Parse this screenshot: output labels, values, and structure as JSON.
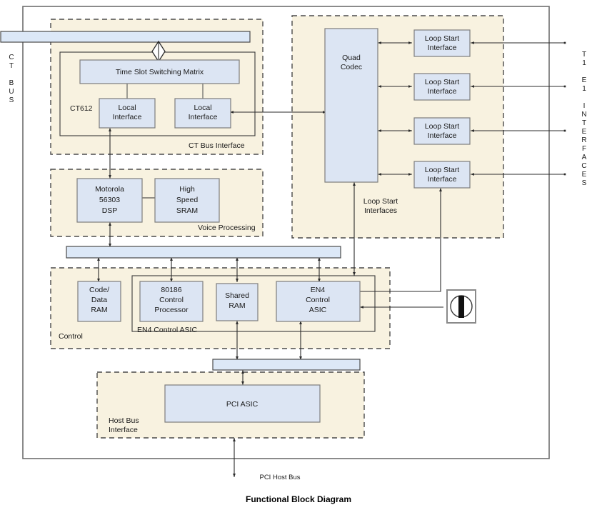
{
  "diagram": {
    "caption": "Functional Block Diagram",
    "colors": {
      "node_fill": "#dce5f3",
      "node_stroke": "#7d7d7d",
      "group_fill": "#f8f2e0",
      "group_stroke": "#4a4a4a",
      "bus_fill": "#dce8f7",
      "wire": "#2b2b2b",
      "frame": "#6e6e6e"
    },
    "side_labels": {
      "left": {
        "name": "ct-bus-label",
        "lines": [
          "C",
          "T",
          "",
          "B",
          "U",
          "S"
        ]
      },
      "right": {
        "name": "t1-e1-interfaces-label",
        "lines": [
          "T",
          "1",
          "",
          "E",
          "1",
          "",
          "I",
          "N",
          "T",
          "E",
          "R",
          "F",
          "A",
          "C",
          "E",
          "S"
        ]
      }
    },
    "groups": [
      {
        "id": "ct-bus-interface",
        "label": "CT Bus Interface"
      },
      {
        "id": "loop-start-interfaces",
        "label": "Loop Start\nInterfaces",
        "label_line1": "Loop Start",
        "label_line2": "Interfaces"
      },
      {
        "id": "voice-processing",
        "label": "Voice Processing"
      },
      {
        "id": "control",
        "label": "Control"
      },
      {
        "id": "host-bus-interface",
        "label": "Host Bus\nInterface",
        "label_line1": "Host Bus",
        "label_line2": "Interface"
      }
    ],
    "inner_boxes": [
      {
        "id": "ct612",
        "label": "CT612"
      },
      {
        "id": "en4-control-asic-group",
        "label": "EN4 Control ASIC"
      }
    ],
    "blocks": [
      {
        "id": "time-slot-switching-matrix",
        "lines": [
          "Time Slot Switching Matrix"
        ]
      },
      {
        "id": "local-interface-1",
        "lines": [
          "Local",
          "Interface"
        ]
      },
      {
        "id": "local-interface-2",
        "lines": [
          "Local",
          "Interface"
        ]
      },
      {
        "id": "quad-codec",
        "lines": [
          "Quad",
          "Codec"
        ]
      },
      {
        "id": "loop-start-interface-1",
        "lines": [
          "Loop Start",
          "Interface"
        ]
      },
      {
        "id": "loop-start-interface-2",
        "lines": [
          "Loop Start",
          "Interface"
        ]
      },
      {
        "id": "loop-start-interface-3",
        "lines": [
          "Loop Start",
          "Interface"
        ]
      },
      {
        "id": "loop-start-interface-4",
        "lines": [
          "Loop Start",
          "Interface"
        ]
      },
      {
        "id": "motorola-dsp",
        "lines": [
          "Motorola",
          "56303",
          "DSP"
        ]
      },
      {
        "id": "high-speed-sram",
        "lines": [
          "High",
          "Speed",
          "SRAM"
        ]
      },
      {
        "id": "code-data-ram",
        "lines": [
          "Code/",
          "Data",
          "RAM"
        ]
      },
      {
        "id": "control-processor-80186",
        "lines": [
          "80186",
          "Control",
          "Processor"
        ]
      },
      {
        "id": "shared-ram",
        "lines": [
          "Shared",
          "RAM"
        ]
      },
      {
        "id": "en4-control-asic",
        "lines": [
          "EN4",
          "Control",
          "ASIC"
        ]
      },
      {
        "id": "pci-asic",
        "lines": [
          "PCI ASIC"
        ]
      }
    ],
    "edge_labels": [
      {
        "id": "pci-host-bus",
        "text": "PCI Host Bus"
      }
    ],
    "icons": [
      {
        "id": "connector-icon",
        "name": "connector-jack-icon"
      }
    ]
  }
}
